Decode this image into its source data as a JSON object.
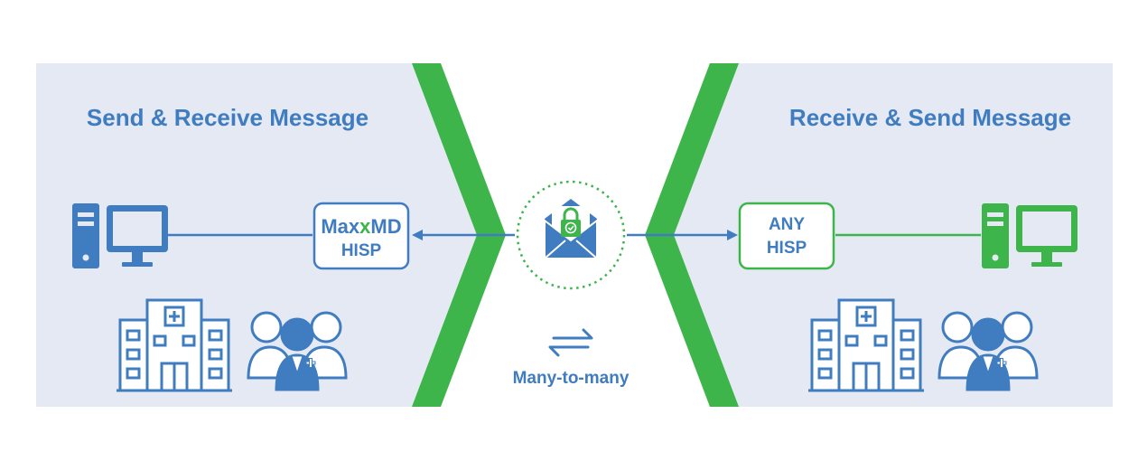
{
  "left_panel": {
    "title": "Send & Receive Message"
  },
  "right_panel": {
    "title": "Receive & Send Message"
  },
  "left_hisp": {
    "brand_max": "Max",
    "brand_x": "x",
    "brand_md": "MD",
    "label": "HISP"
  },
  "right_hisp": {
    "line1": "ANY",
    "line2": "HISP"
  },
  "center": {
    "many_label": "Many-to-many"
  },
  "colors": {
    "blue": "#3f7cc0",
    "green": "#3db54a",
    "panel_bg": "#e5e9f4",
    "white": "#ffffff"
  },
  "icons": [
    "computer-icon",
    "hospital-icon",
    "care-team-icon",
    "secure-mail-icon",
    "lock-icon",
    "bidirectional-arrows-icon"
  ]
}
